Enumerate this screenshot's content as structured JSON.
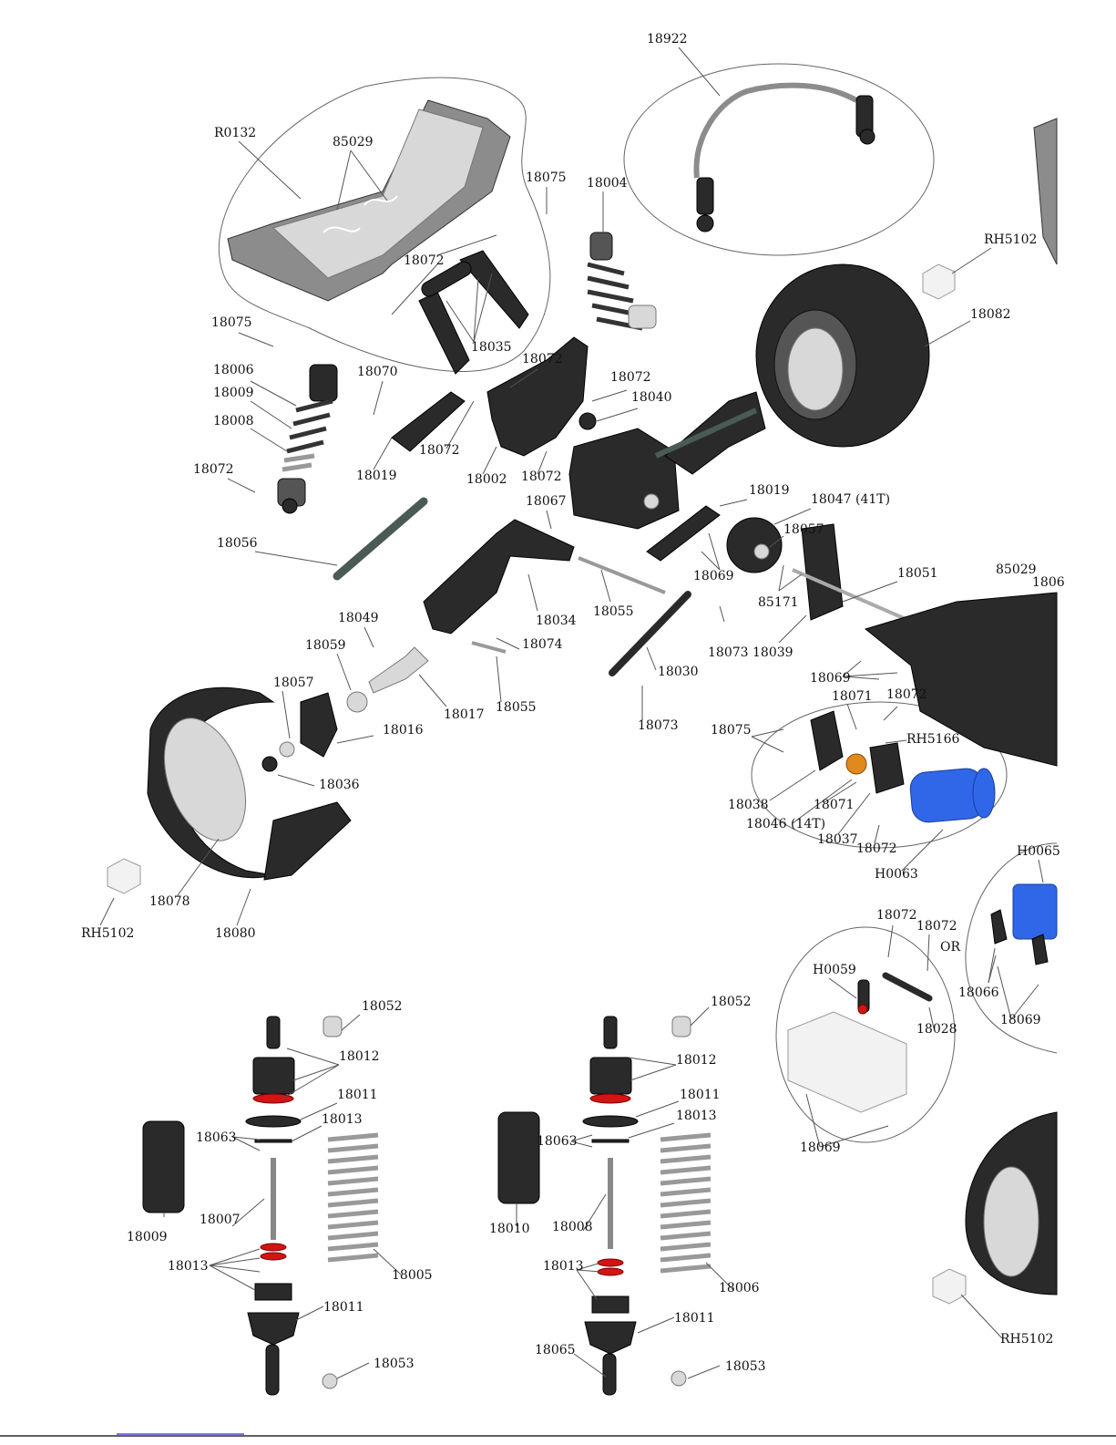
{
  "labels": [
    {
      "id": "18922-a",
      "text": "18922"
    },
    {
      "id": "R0132",
      "text": "R0132"
    },
    {
      "id": "85029-a",
      "text": "85029"
    },
    {
      "id": "18075-a",
      "text": "18075"
    },
    {
      "id": "18004",
      "text": "18004"
    },
    {
      "id": "RH5102-a",
      "text": "RH5102"
    },
    {
      "id": "18072-a",
      "text": "18072"
    },
    {
      "id": "18082",
      "text": "18082"
    },
    {
      "id": "18075-b",
      "text": "18075"
    },
    {
      "id": "18035",
      "text": "18035"
    },
    {
      "id": "18006-a",
      "text": "18006"
    },
    {
      "id": "18070",
      "text": "18070"
    },
    {
      "id": "18072-b",
      "text": "18072"
    },
    {
      "id": "18009-a",
      "text": "18009"
    },
    {
      "id": "18072-c",
      "text": "18072"
    },
    {
      "id": "18040",
      "text": "18040"
    },
    {
      "id": "18008-a",
      "text": "18008"
    },
    {
      "id": "18072-d",
      "text": "18072"
    },
    {
      "id": "18072-e",
      "text": "18072"
    },
    {
      "id": "18019-a",
      "text": "18019"
    },
    {
      "id": "18002",
      "text": "18002"
    },
    {
      "id": "18072-f",
      "text": "18072"
    },
    {
      "id": "18019-b",
      "text": "18019"
    },
    {
      "id": "18067",
      "text": "18067"
    },
    {
      "id": "18047",
      "text": "18047 (41T)"
    },
    {
      "id": "18056",
      "text": "18056"
    },
    {
      "id": "18057-a",
      "text": "18057"
    },
    {
      "id": "18051",
      "text": "18051"
    },
    {
      "id": "85029-b",
      "text": "85029"
    },
    {
      "id": "1806x",
      "text": "1806"
    },
    {
      "id": "18069-a",
      "text": "18069"
    },
    {
      "id": "85171",
      "text": "85171"
    },
    {
      "id": "18049",
      "text": "18049"
    },
    {
      "id": "18034",
      "text": "18034"
    },
    {
      "id": "18055-a",
      "text": "18055"
    },
    {
      "id": "18059",
      "text": "18059"
    },
    {
      "id": "18074",
      "text": "18074"
    },
    {
      "id": "18073-a",
      "text": "18073"
    },
    {
      "id": "18039",
      "text": "18039"
    },
    {
      "id": "18030",
      "text": "18030"
    },
    {
      "id": "18069-b",
      "text": "18069"
    },
    {
      "id": "18057-b",
      "text": "18057"
    },
    {
      "id": "18071-a",
      "text": "18071"
    },
    {
      "id": "18072-g",
      "text": "18072"
    },
    {
      "id": "18017",
      "text": "18017"
    },
    {
      "id": "18055-b",
      "text": "18055"
    },
    {
      "id": "18073-b",
      "text": "18073"
    },
    {
      "id": "18075-c",
      "text": "18075"
    },
    {
      "id": "18016",
      "text": "18016"
    },
    {
      "id": "RH5166",
      "text": "RH5166"
    },
    {
      "id": "18036",
      "text": "18036"
    },
    {
      "id": "18038",
      "text": "18038"
    },
    {
      "id": "18071-b",
      "text": "18071"
    },
    {
      "id": "18046",
      "text": "18046 (14T)"
    },
    {
      "id": "18037",
      "text": "18037"
    },
    {
      "id": "18072-h",
      "text": "18072"
    },
    {
      "id": "H0063",
      "text": "H0063"
    },
    {
      "id": "H0065",
      "text": "H0065"
    },
    {
      "id": "18078",
      "text": "18078"
    },
    {
      "id": "RH5102-b",
      "text": "RH5102"
    },
    {
      "id": "18080",
      "text": "18080"
    },
    {
      "id": "18072-i",
      "text": "18072"
    },
    {
      "id": "18072-j",
      "text": "18072"
    },
    {
      "id": "OR",
      "text": "OR"
    },
    {
      "id": "H0059",
      "text": "H0059"
    },
    {
      "id": "18066",
      "text": "18066"
    },
    {
      "id": "18028",
      "text": "18028"
    },
    {
      "id": "18069-c",
      "text": "18069"
    },
    {
      "id": "18069-d",
      "text": "18069"
    },
    {
      "id": "18052-a",
      "text": "18052"
    },
    {
      "id": "18012-a",
      "text": "18012"
    },
    {
      "id": "18011-a",
      "text": "18011"
    },
    {
      "id": "18013-a",
      "text": "18013"
    },
    {
      "id": "18063-a",
      "text": "18063"
    },
    {
      "id": "18007",
      "text": "18007"
    },
    {
      "id": "18009-b",
      "text": "18009"
    },
    {
      "id": "18013-b",
      "text": "18013"
    },
    {
      "id": "18005",
      "text": "18005"
    },
    {
      "id": "18011-b",
      "text": "18011"
    },
    {
      "id": "18053-a",
      "text": "18053"
    },
    {
      "id": "18052-b",
      "text": "18052"
    },
    {
      "id": "18012-b",
      "text": "18012"
    },
    {
      "id": "18011-c",
      "text": "18011"
    },
    {
      "id": "18013-c",
      "text": "18013"
    },
    {
      "id": "18063-b",
      "text": "18063"
    },
    {
      "id": "18008-b",
      "text": "18008"
    },
    {
      "id": "18010",
      "text": "18010"
    },
    {
      "id": "18013-d",
      "text": "18013"
    },
    {
      "id": "18006-b",
      "text": "18006"
    },
    {
      "id": "18011-d",
      "text": "18011"
    },
    {
      "id": "18065",
      "text": "18065"
    },
    {
      "id": "18053-b",
      "text": "18053"
    },
    {
      "id": "RH5102-c",
      "text": "RH5102"
    }
  ]
}
